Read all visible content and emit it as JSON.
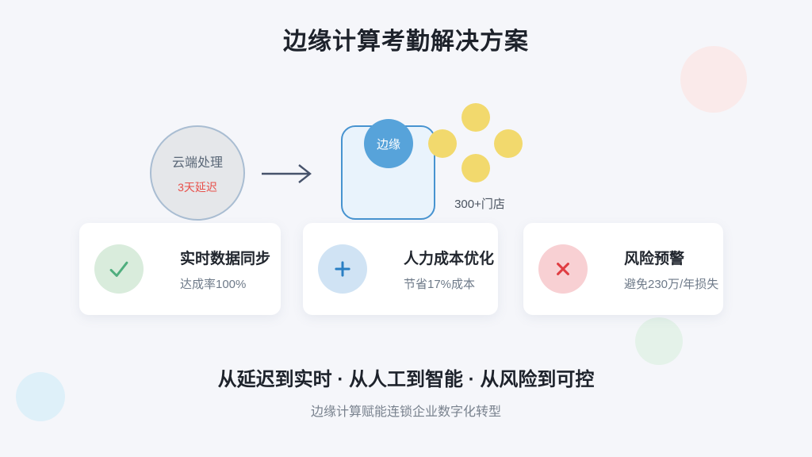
{
  "title": "边缘计算考勤解决方案",
  "diagram": {
    "cloud_node": {
      "label": "云端处理",
      "delay": "3天延迟"
    },
    "edge_node": {
      "label": "边缘"
    },
    "stores_label": "300+门店"
  },
  "cards": [
    {
      "icon": "check-icon",
      "title": "实时数据同步",
      "subtitle": "达成率100%"
    },
    {
      "icon": "plus-icon",
      "title": "人力成本优化",
      "subtitle": "节省17%成本"
    },
    {
      "icon": "cross-icon",
      "title": "风险预警",
      "subtitle": "避免230万/年损失"
    }
  ],
  "footer": {
    "headline": "从延迟到实时 · 从人工到智能 · 从风险到可控",
    "subline": "边缘计算赋能连锁企业数字化转型"
  },
  "colors": {
    "background": "#f5f6fa",
    "edge_square_border": "#4793d0",
    "edge_circle_blue": "#57a3da",
    "store_yellow": "#f2d96d",
    "success_green": "#4fae7e",
    "cost_blue": "#2a7fc3",
    "risk_red": "#e03c41",
    "delay_red": "#e8504a"
  }
}
